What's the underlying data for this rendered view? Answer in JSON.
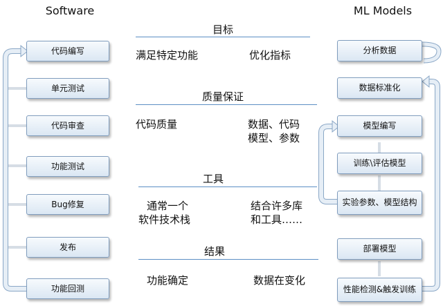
{
  "software": {
    "title": "Software",
    "steps": [
      "代码编写",
      "单元测试",
      "代码审查",
      "功能测试",
      "Bug修复",
      "发布",
      "功能回测"
    ]
  },
  "ml": {
    "title": "ML Models",
    "steps": [
      "分析数据",
      "数据标准化",
      "模型编写",
      "训练\\评估模型",
      "实验参数、模型结构",
      "部署模型",
      "性能检测&触发训练"
    ]
  },
  "sections": [
    {
      "title": "目标",
      "left": [
        "满足特定功能"
      ],
      "right": [
        "优化指标"
      ]
    },
    {
      "title": "质量保证",
      "left": [
        "代码质量"
      ],
      "right": [
        "数据、代码",
        "模型、参数"
      ]
    },
    {
      "title": "工具",
      "left": [
        "通常一个",
        "软件技术栈"
      ],
      "right": [
        "结合许多库",
        "和工具……"
      ]
    },
    {
      "title": "结果",
      "left": [
        "功能确定"
      ],
      "right": [
        "数据在变化"
      ]
    }
  ],
  "colors": {
    "box_border": "#7f9cbd",
    "box_fill": "#dbe7f3",
    "line": "#5b8ec4",
    "arrow_fill": "#e6eef6",
    "arrow_stroke": "#8aa7c6"
  }
}
